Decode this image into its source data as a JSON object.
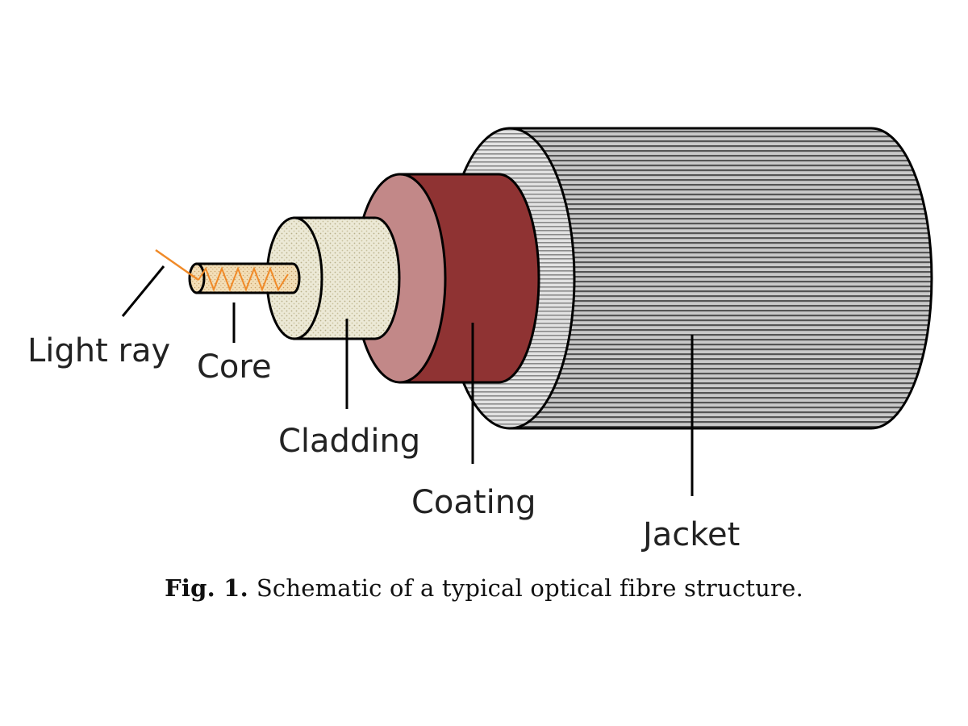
{
  "labels": {
    "light_ray": "Light ray",
    "core": "Core",
    "cladding": "Cladding",
    "coating": "Coating",
    "jacket": "Jacket"
  },
  "caption": {
    "number": "Fig. 1.",
    "text": "Schematic of a typical optical fibre structure."
  },
  "colors": {
    "jacket": "#a9a9a9",
    "jacket_stripe": "#4a4a4a",
    "coating_front": "#c08787",
    "coating_body": "#8e3434",
    "cladding": "#e9e6d2",
    "core": "#f1d9ad",
    "light_ray": "#f08a28",
    "outline": "#000000"
  }
}
